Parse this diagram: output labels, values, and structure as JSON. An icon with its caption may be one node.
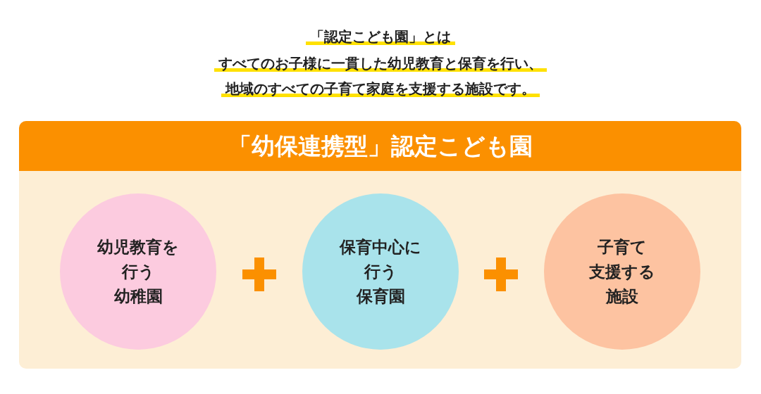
{
  "diagram": {
    "title": "「認定こども園」とは",
    "nodes": [
      {
        "text": [
          "「幼保連携型」認定こども園"
        ]
      },
      {
        "text": [
          "幼児教育を",
          "行う",
          "幼稚園"
        ],
        "in": 0
      },
      {
        "text": [
          "保育中心に",
          "行う",
          "保育園"
        ],
        "in": 0
      },
      {
        "text": [
          "子育て",
          "支援する",
          "施設"
        ],
        "in": 0
      }
    ],
    "labels": [
      "すべてのお子様に一貫した幼児教育と保育を行い、地域のすべての子育て家庭を支援する施設です。"
    ]
  }
}
